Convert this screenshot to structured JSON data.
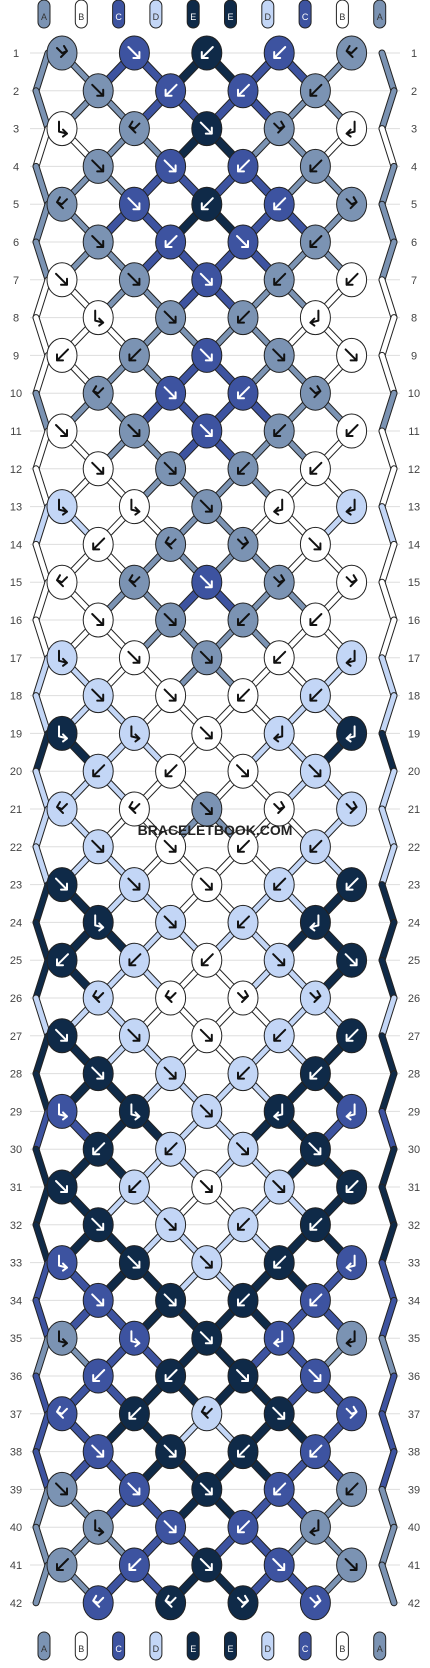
{
  "watermark": "BRACELETBOOK.COM",
  "colors": {
    "A": "#7b93b3",
    "B": "#ffffff",
    "C": "#3d53a0",
    "D": "#c3d6f6",
    "E": "#0f2a48"
  },
  "strings": [
    "A",
    "B",
    "C",
    "D",
    "E",
    "E",
    "D",
    "C",
    "B",
    "A"
  ],
  "rows": 42,
  "knot_rows": [
    {
      "row": 1,
      "knots": [
        {
          "c": "A",
          "arrow": "se-ret"
        },
        {
          "c": "C",
          "arrow": "se"
        },
        {
          "c": "E",
          "arrow": "sw"
        },
        {
          "c": "C",
          "arrow": "sw"
        },
        {
          "c": "A",
          "arrow": "sw-ret"
        }
      ]
    },
    {
      "row": 2,
      "knots": [
        {
          "c": "A",
          "arrow": "se"
        },
        {
          "c": "C",
          "arrow": "sw"
        },
        {
          "c": "C",
          "arrow": "sw"
        },
        {
          "c": "A",
          "arrow": "sw"
        }
      ]
    },
    {
      "row": 3,
      "knots": [
        {
          "c": "B",
          "arrow": "ret-se"
        },
        {
          "c": "A",
          "arrow": "sw-ret"
        },
        {
          "c": "E",
          "arrow": "se"
        },
        {
          "c": "A",
          "arrow": "se-ret"
        },
        {
          "c": "B",
          "arrow": "ret-sw"
        }
      ]
    },
    {
      "row": 4,
      "knots": [
        {
          "c": "A",
          "arrow": "se"
        },
        {
          "c": "C",
          "arrow": "se"
        },
        {
          "c": "C",
          "arrow": "sw"
        },
        {
          "c": "A",
          "arrow": "sw"
        }
      ]
    },
    {
      "row": 5,
      "knots": [
        {
          "c": "A",
          "arrow": "sw-ret"
        },
        {
          "c": "C",
          "arrow": "se"
        },
        {
          "c": "E",
          "arrow": "sw"
        },
        {
          "c": "C",
          "arrow": "sw"
        },
        {
          "c": "A",
          "arrow": "se-ret"
        }
      ]
    },
    {
      "row": 6,
      "knots": [
        {
          "c": "A",
          "arrow": "se"
        },
        {
          "c": "C",
          "arrow": "sw"
        },
        {
          "c": "C",
          "arrow": "se"
        },
        {
          "c": "A",
          "arrow": "sw"
        }
      ]
    },
    {
      "row": 7,
      "knots": [
        {
          "c": "B",
          "arrow": "se"
        },
        {
          "c": "A",
          "arrow": "se"
        },
        {
          "c": "C",
          "arrow": "se"
        },
        {
          "c": "A",
          "arrow": "sw"
        },
        {
          "c": "B",
          "arrow": "sw"
        }
      ]
    },
    {
      "row": 8,
      "knots": [
        {
          "c": "B",
          "arrow": "ret-se"
        },
        {
          "c": "A",
          "arrow": "se"
        },
        {
          "c": "A",
          "arrow": "sw"
        },
        {
          "c": "B",
          "arrow": "ret-sw"
        }
      ]
    },
    {
      "row": 9,
      "knots": [
        {
          "c": "B",
          "arrow": "sw"
        },
        {
          "c": "A",
          "arrow": "sw"
        },
        {
          "c": "C",
          "arrow": "se"
        },
        {
          "c": "A",
          "arrow": "se"
        },
        {
          "c": "B",
          "arrow": "se"
        }
      ]
    },
    {
      "row": 10,
      "knots": [
        {
          "c": "A",
          "arrow": "sw-ret"
        },
        {
          "c": "C",
          "arrow": "se"
        },
        {
          "c": "C",
          "arrow": "sw"
        },
        {
          "c": "A",
          "arrow": "se-ret"
        }
      ]
    },
    {
      "row": 11,
      "knots": [
        {
          "c": "B",
          "arrow": "se"
        },
        {
          "c": "A",
          "arrow": "se"
        },
        {
          "c": "C",
          "arrow": "se"
        },
        {
          "c": "A",
          "arrow": "sw"
        },
        {
          "c": "B",
          "arrow": "sw"
        }
      ]
    },
    {
      "row": 12,
      "knots": [
        {
          "c": "B",
          "arrow": "se"
        },
        {
          "c": "A",
          "arrow": "se"
        },
        {
          "c": "A",
          "arrow": "sw"
        },
        {
          "c": "B",
          "arrow": "sw"
        }
      ]
    },
    {
      "row": 13,
      "knots": [
        {
          "c": "D",
          "arrow": "ret-se"
        },
        {
          "c": "B",
          "arrow": "ret-se"
        },
        {
          "c": "A",
          "arrow": "se"
        },
        {
          "c": "B",
          "arrow": "ret-sw"
        },
        {
          "c": "D",
          "arrow": "ret-sw"
        }
      ]
    },
    {
      "row": 14,
      "knots": [
        {
          "c": "B",
          "arrow": "sw"
        },
        {
          "c": "A",
          "arrow": "sw-ret"
        },
        {
          "c": "A",
          "arrow": "se-ret"
        },
        {
          "c": "B",
          "arrow": "se"
        }
      ]
    },
    {
      "row": 15,
      "knots": [
        {
          "c": "B",
          "arrow": "sw-ret"
        },
        {
          "c": "A",
          "arrow": "sw-ret"
        },
        {
          "c": "C",
          "arrow": "se"
        },
        {
          "c": "A",
          "arrow": "se-ret"
        },
        {
          "c": "B",
          "arrow": "se-ret"
        }
      ]
    },
    {
      "row": 16,
      "knots": [
        {
          "c": "B",
          "arrow": "se"
        },
        {
          "c": "A",
          "arrow": "se"
        },
        {
          "c": "A",
          "arrow": "sw"
        },
        {
          "c": "B",
          "arrow": "sw"
        }
      ]
    },
    {
      "row": 17,
      "knots": [
        {
          "c": "D",
          "arrow": "ret-se"
        },
        {
          "c": "B",
          "arrow": "se"
        },
        {
          "c": "A",
          "arrow": "se"
        },
        {
          "c": "B",
          "arrow": "sw"
        },
        {
          "c": "D",
          "arrow": "ret-sw"
        }
      ]
    },
    {
      "row": 18,
      "knots": [
        {
          "c": "D",
          "arrow": "se"
        },
        {
          "c": "B",
          "arrow": "se"
        },
        {
          "c": "B",
          "arrow": "sw"
        },
        {
          "c": "D",
          "arrow": "sw"
        }
      ]
    },
    {
      "row": 19,
      "knots": [
        {
          "c": "E",
          "arrow": "ret-se"
        },
        {
          "c": "D",
          "arrow": "ret-se"
        },
        {
          "c": "B",
          "arrow": "se"
        },
        {
          "c": "D",
          "arrow": "ret-sw"
        },
        {
          "c": "E",
          "arrow": "ret-sw"
        }
      ]
    },
    {
      "row": 20,
      "knots": [
        {
          "c": "D",
          "arrow": "sw"
        },
        {
          "c": "B",
          "arrow": "sw"
        },
        {
          "c": "B",
          "arrow": "se"
        },
        {
          "c": "D",
          "arrow": "se"
        }
      ]
    },
    {
      "row": 21,
      "knots": [
        {
          "c": "D",
          "arrow": "sw-ret"
        },
        {
          "c": "B",
          "arrow": "sw-ret"
        },
        {
          "c": "A",
          "arrow": "se"
        },
        {
          "c": "B",
          "arrow": "se-ret"
        },
        {
          "c": "D",
          "arrow": "se-ret"
        }
      ]
    },
    {
      "row": 22,
      "knots": [
        {
          "c": "D",
          "arrow": "se"
        },
        {
          "c": "B",
          "arrow": "se"
        },
        {
          "c": "B",
          "arrow": "sw"
        },
        {
          "c": "D",
          "arrow": "sw"
        }
      ]
    },
    {
      "row": 23,
      "knots": [
        {
          "c": "E",
          "arrow": "se"
        },
        {
          "c": "D",
          "arrow": "se"
        },
        {
          "c": "B",
          "arrow": "se"
        },
        {
          "c": "D",
          "arrow": "sw"
        },
        {
          "c": "E",
          "arrow": "sw"
        }
      ]
    },
    {
      "row": 24,
      "knots": [
        {
          "c": "E",
          "arrow": "ret-se"
        },
        {
          "c": "D",
          "arrow": "se"
        },
        {
          "c": "D",
          "arrow": "sw"
        },
        {
          "c": "E",
          "arrow": "ret-sw"
        }
      ]
    },
    {
      "row": 25,
      "knots": [
        {
          "c": "E",
          "arrow": "sw"
        },
        {
          "c": "D",
          "arrow": "sw"
        },
        {
          "c": "B",
          "arrow": "sw"
        },
        {
          "c": "D",
          "arrow": "se"
        },
        {
          "c": "E",
          "arrow": "se"
        }
      ]
    },
    {
      "row": 26,
      "knots": [
        {
          "c": "D",
          "arrow": "sw-ret"
        },
        {
          "c": "B",
          "arrow": "sw-ret"
        },
        {
          "c": "B",
          "arrow": "se-ret"
        },
        {
          "c": "D",
          "arrow": "se-ret"
        }
      ]
    },
    {
      "row": 27,
      "knots": [
        {
          "c": "E",
          "arrow": "se"
        },
        {
          "c": "D",
          "arrow": "se"
        },
        {
          "c": "B",
          "arrow": "se"
        },
        {
          "c": "D",
          "arrow": "sw"
        },
        {
          "c": "E",
          "arrow": "sw"
        }
      ]
    },
    {
      "row": 28,
      "knots": [
        {
          "c": "E",
          "arrow": "se"
        },
        {
          "c": "D",
          "arrow": "se"
        },
        {
          "c": "D",
          "arrow": "sw"
        },
        {
          "c": "E",
          "arrow": "sw"
        }
      ]
    },
    {
      "row": 29,
      "knots": [
        {
          "c": "C",
          "arrow": "ret-se"
        },
        {
          "c": "E",
          "arrow": "ret-se"
        },
        {
          "c": "D",
          "arrow": "se"
        },
        {
          "c": "E",
          "arrow": "ret-sw"
        },
        {
          "c": "C",
          "arrow": "ret-sw"
        }
      ]
    },
    {
      "row": 30,
      "knots": [
        {
          "c": "E",
          "arrow": "sw"
        },
        {
          "c": "D",
          "arrow": "sw"
        },
        {
          "c": "D",
          "arrow": "se"
        },
        {
          "c": "E",
          "arrow": "se"
        }
      ]
    },
    {
      "row": 31,
      "knots": [
        {
          "c": "E",
          "arrow": "se"
        },
        {
          "c": "D",
          "arrow": "sw"
        },
        {
          "c": "B",
          "arrow": "se"
        },
        {
          "c": "D",
          "arrow": "se"
        },
        {
          "c": "E",
          "arrow": "sw"
        }
      ]
    },
    {
      "row": 32,
      "knots": [
        {
          "c": "E",
          "arrow": "se"
        },
        {
          "c": "D",
          "arrow": "se"
        },
        {
          "c": "D",
          "arrow": "sw"
        },
        {
          "c": "E",
          "arrow": "sw"
        }
      ]
    },
    {
      "row": 33,
      "knots": [
        {
          "c": "C",
          "arrow": "ret-se"
        },
        {
          "c": "E",
          "arrow": "se"
        },
        {
          "c": "D",
          "arrow": "se"
        },
        {
          "c": "E",
          "arrow": "sw"
        },
        {
          "c": "C",
          "arrow": "ret-sw"
        }
      ]
    },
    {
      "row": 34,
      "knots": [
        {
          "c": "C",
          "arrow": "se"
        },
        {
          "c": "E",
          "arrow": "se"
        },
        {
          "c": "E",
          "arrow": "sw"
        },
        {
          "c": "C",
          "arrow": "sw"
        }
      ]
    },
    {
      "row": 35,
      "knots": [
        {
          "c": "A",
          "arrow": "ret-se"
        },
        {
          "c": "C",
          "arrow": "ret-se"
        },
        {
          "c": "E",
          "arrow": "se"
        },
        {
          "c": "C",
          "arrow": "ret-sw"
        },
        {
          "c": "A",
          "arrow": "ret-sw"
        }
      ]
    },
    {
      "row": 36,
      "knots": [
        {
          "c": "C",
          "arrow": "sw"
        },
        {
          "c": "E",
          "arrow": "sw"
        },
        {
          "c": "E",
          "arrow": "se"
        },
        {
          "c": "C",
          "arrow": "se"
        }
      ]
    },
    {
      "row": 37,
      "knots": [
        {
          "c": "C",
          "arrow": "sw-ret"
        },
        {
          "c": "E",
          "arrow": "sw"
        },
        {
          "c": "D",
          "arrow": "sw-ret"
        },
        {
          "c": "E",
          "arrow": "se"
        },
        {
          "c": "C",
          "arrow": "se-ret"
        }
      ]
    },
    {
      "row": 38,
      "knots": [
        {
          "c": "C",
          "arrow": "se"
        },
        {
          "c": "E",
          "arrow": "se"
        },
        {
          "c": "E",
          "arrow": "sw"
        },
        {
          "c": "C",
          "arrow": "sw"
        }
      ]
    },
    {
      "row": 39,
      "knots": [
        {
          "c": "A",
          "arrow": "se"
        },
        {
          "c": "C",
          "arrow": "se"
        },
        {
          "c": "E",
          "arrow": "se"
        },
        {
          "c": "C",
          "arrow": "sw"
        },
        {
          "c": "A",
          "arrow": "sw"
        }
      ]
    },
    {
      "row": 40,
      "knots": [
        {
          "c": "A",
          "arrow": "ret-se"
        },
        {
          "c": "C",
          "arrow": "se"
        },
        {
          "c": "C",
          "arrow": "sw"
        },
        {
          "c": "A",
          "arrow": "ret-sw"
        }
      ]
    },
    {
      "row": 41,
      "knots": [
        {
          "c": "A",
          "arrow": "sw"
        },
        {
          "c": "C",
          "arrow": "sw"
        },
        {
          "c": "E",
          "arrow": "se"
        },
        {
          "c": "C",
          "arrow": "se"
        },
        {
          "c": "A",
          "arrow": "se"
        }
      ]
    },
    {
      "row": 42,
      "knots": [
        {
          "c": "C",
          "arrow": "sw-ret"
        },
        {
          "c": "E",
          "arrow": "sw-ret"
        },
        {
          "c": "E",
          "arrow": "se-ret"
        },
        {
          "c": "C",
          "arrow": "se-ret"
        }
      ]
    }
  ]
}
